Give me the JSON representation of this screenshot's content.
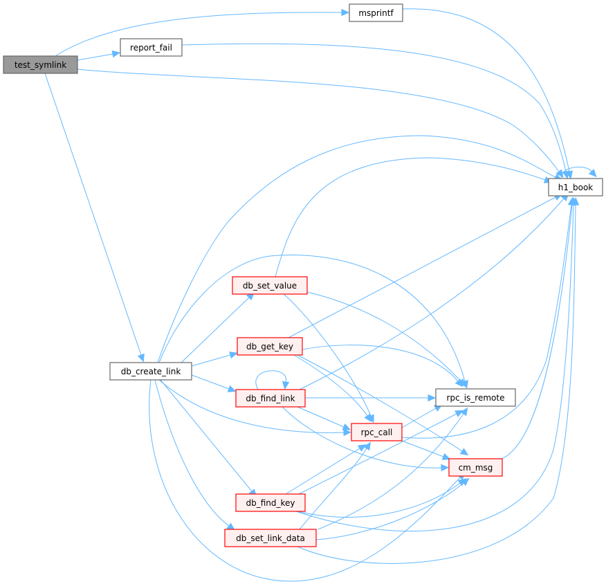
{
  "graph": {
    "title": "Call graph of test_symlink",
    "colors": {
      "edge": "#63b8ff",
      "root_fill": "#999999",
      "plain_border": "#666666",
      "red_border": "#ff0000",
      "red_fill": "#fff0f0"
    },
    "nodes": [
      {
        "id": "test_symlink",
        "label": "test_symlink",
        "style": "root"
      },
      {
        "id": "report_fail",
        "label": "report_fail",
        "style": "plain"
      },
      {
        "id": "msprintf",
        "label": "msprintf",
        "style": "plain"
      },
      {
        "id": "h1_book",
        "label": "h1_book",
        "style": "plain"
      },
      {
        "id": "db_create_link",
        "label": "db_create_link",
        "style": "plain"
      },
      {
        "id": "db_set_value",
        "label": "db_set_value",
        "style": "red"
      },
      {
        "id": "db_get_key",
        "label": "db_get_key",
        "style": "red"
      },
      {
        "id": "db_find_link",
        "label": "db_find_link",
        "style": "red"
      },
      {
        "id": "rpc_is_remote",
        "label": "rpc_is_remote",
        "style": "plain"
      },
      {
        "id": "rpc_call",
        "label": "rpc_call",
        "style": "red"
      },
      {
        "id": "cm_msg",
        "label": "cm_msg",
        "style": "red"
      },
      {
        "id": "db_find_key",
        "label": "db_find_key",
        "style": "red"
      },
      {
        "id": "db_set_link_data",
        "label": "db_set_link_data",
        "style": "red"
      }
    ],
    "edges": [
      {
        "from": "test_symlink",
        "to": "msprintf"
      },
      {
        "from": "test_symlink",
        "to": "report_fail"
      },
      {
        "from": "test_symlink",
        "to": "h1_book"
      },
      {
        "from": "test_symlink",
        "to": "db_create_link"
      },
      {
        "from": "msprintf",
        "to": "h1_book"
      },
      {
        "from": "report_fail",
        "to": "h1_book"
      },
      {
        "from": "h1_book",
        "to": "h1_book"
      },
      {
        "from": "db_create_link",
        "to": "h1_book"
      },
      {
        "from": "db_create_link",
        "to": "db_set_value"
      },
      {
        "from": "db_create_link",
        "to": "rpc_is_remote"
      },
      {
        "from": "db_create_link",
        "to": "db_get_key"
      },
      {
        "from": "db_create_link",
        "to": "db_find_link"
      },
      {
        "from": "db_create_link",
        "to": "rpc_call"
      },
      {
        "from": "db_create_link",
        "to": "db_find_key"
      },
      {
        "from": "db_create_link",
        "to": "db_set_link_data"
      },
      {
        "from": "db_create_link",
        "to": "cm_msg"
      },
      {
        "from": "db_set_value",
        "to": "h1_book"
      },
      {
        "from": "db_set_value",
        "to": "rpc_is_remote"
      },
      {
        "from": "db_set_value",
        "to": "rpc_call"
      },
      {
        "from": "db_get_key",
        "to": "h1_book"
      },
      {
        "from": "db_get_key",
        "to": "rpc_is_remote"
      },
      {
        "from": "db_get_key",
        "to": "rpc_call"
      },
      {
        "from": "db_get_key",
        "to": "cm_msg"
      },
      {
        "from": "db_find_link",
        "to": "db_find_link"
      },
      {
        "from": "db_find_link",
        "to": "h1_book"
      },
      {
        "from": "db_find_link",
        "to": "rpc_is_remote"
      },
      {
        "from": "db_find_link",
        "to": "rpc_call"
      },
      {
        "from": "db_find_link",
        "to": "cm_msg"
      },
      {
        "from": "rpc_call",
        "to": "rpc_is_remote"
      },
      {
        "from": "rpc_call",
        "to": "h1_book"
      },
      {
        "from": "rpc_call",
        "to": "cm_msg"
      },
      {
        "from": "cm_msg",
        "to": "h1_book"
      },
      {
        "from": "db_find_key",
        "to": "rpc_call"
      },
      {
        "from": "db_find_key",
        "to": "rpc_is_remote"
      },
      {
        "from": "db_find_key",
        "to": "cm_msg"
      },
      {
        "from": "db_find_key",
        "to": "h1_book"
      },
      {
        "from": "db_set_link_data",
        "to": "rpc_call"
      },
      {
        "from": "db_set_link_data",
        "to": "rpc_is_remote"
      },
      {
        "from": "db_set_link_data",
        "to": "cm_msg"
      },
      {
        "from": "db_set_link_data",
        "to": "h1_book"
      }
    ]
  }
}
